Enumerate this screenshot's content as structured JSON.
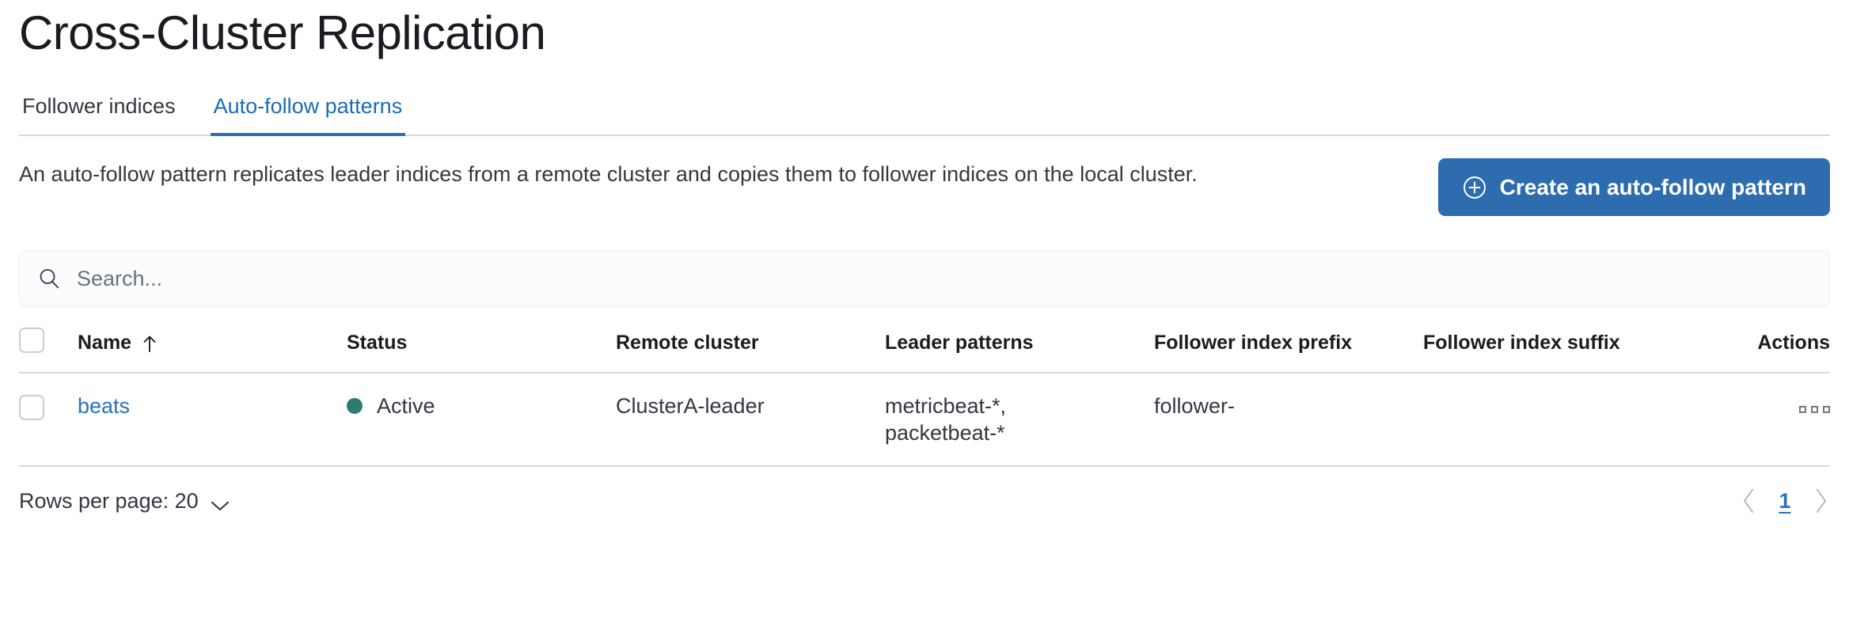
{
  "page": {
    "title": "Cross-Cluster Replication"
  },
  "tabs": [
    {
      "label": "Follower indices",
      "selected": false
    },
    {
      "label": "Auto-follow patterns",
      "selected": true
    }
  ],
  "description": {
    "text": "An auto-follow pattern replicates leader indices from a remote cluster and copies them to follower indices on the local cluster."
  },
  "create_button": {
    "label": "Create an auto-follow pattern",
    "icon": "plus-in-circle-icon",
    "color": "#2d6cae"
  },
  "search": {
    "value": "",
    "placeholder": "Search...",
    "icon": "search-icon"
  },
  "table": {
    "columns": [
      "Name",
      "Status",
      "Remote cluster",
      "Leader patterns",
      "Follower index prefix",
      "Follower index suffix",
      "Actions"
    ],
    "sort": {
      "column": "Name",
      "direction": "asc",
      "icon": "arrow-up-icon"
    },
    "rows": [
      {
        "name": "beats",
        "status": "Active",
        "status_color": "#2f7b6f",
        "remote_cluster": "ClusterA-leader",
        "leader_patterns": "metricbeat-*, packetbeat-*",
        "leader_patterns_lines": [
          "metricbeat-*,",
          "packetbeat-*"
        ],
        "follower_index_prefix": "follower-",
        "follower_index_suffix": "",
        "actions_icon": "ellipsis-boxes-icon"
      }
    ]
  },
  "footer": {
    "rows_per_page_label": "Rows per page: 20",
    "rows_per_page_value": "20",
    "pagination": {
      "prev_icon": "chevron-left-icon",
      "next_icon": "chevron-right-icon",
      "current_page": "1"
    }
  }
}
